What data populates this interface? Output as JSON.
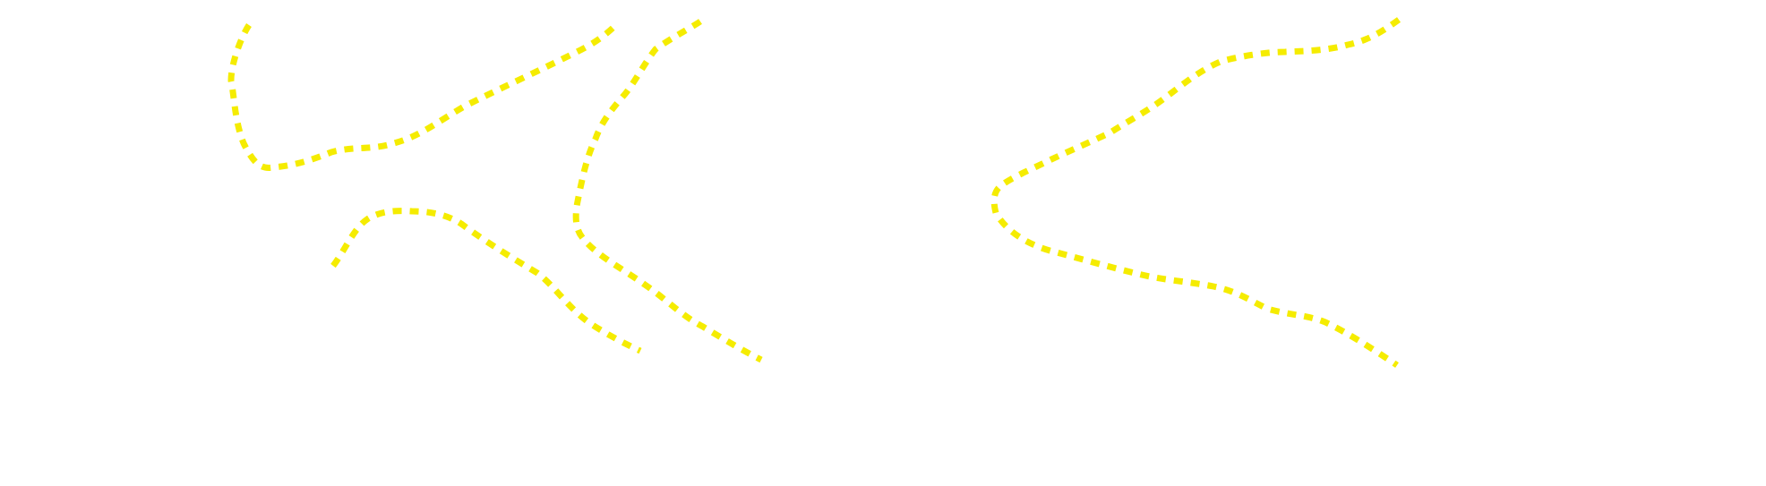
{
  "style": {
    "background_color": "#ffffff",
    "path_color": "#f5ec00"
  },
  "paths": [
    {
      "name": "path-left-upper"
    },
    {
      "name": "path-left-lower"
    },
    {
      "name": "path-middle"
    },
    {
      "name": "path-right"
    }
  ]
}
